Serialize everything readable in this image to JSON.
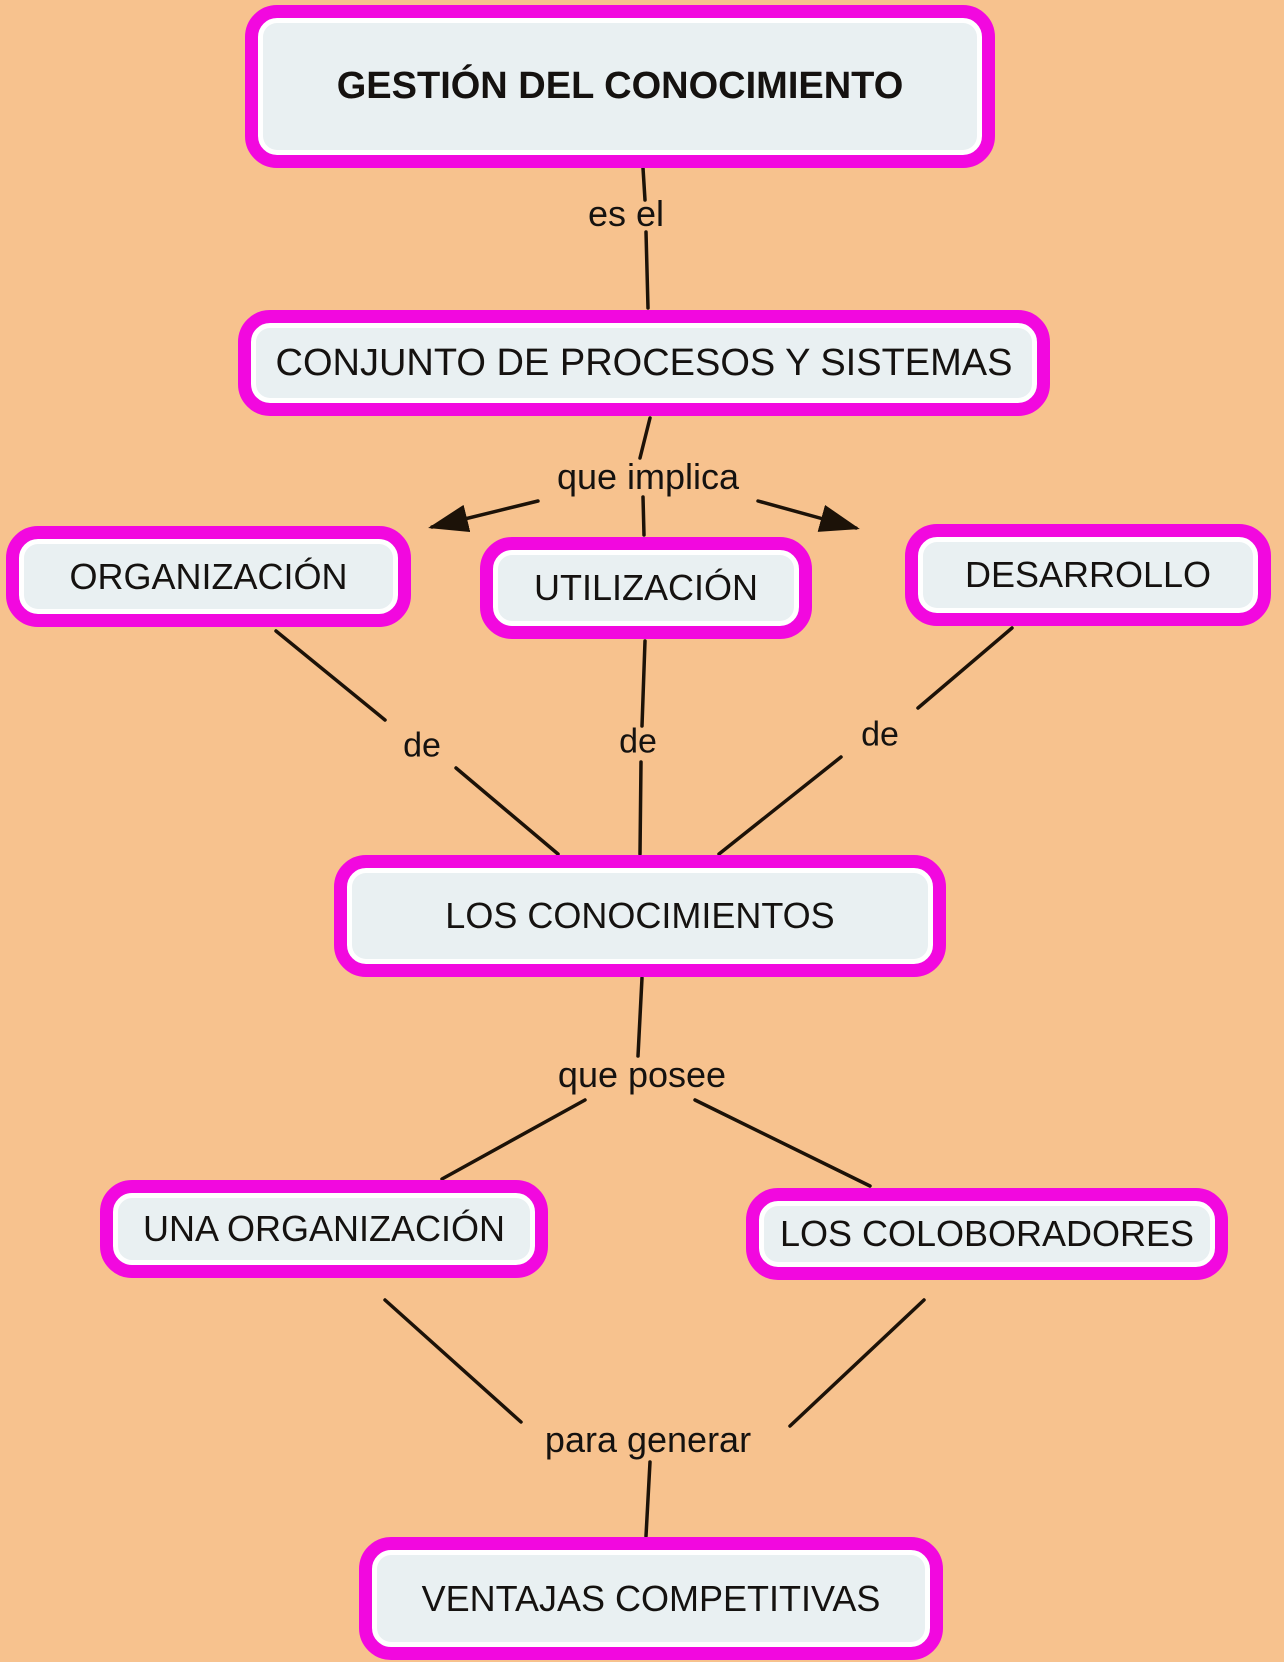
{
  "nodes": {
    "gestion": {
      "label": "GESTIÓN DEL CONOCIMIENTO"
    },
    "conjunto": {
      "label": "CONJUNTO DE PROCESOS Y SISTEMAS"
    },
    "organizacion": {
      "label": "ORGANIZACIÓN"
    },
    "utilizacion": {
      "label": "UTILIZACIÓN"
    },
    "desarrollo": {
      "label": "DESARROLLO"
    },
    "conocimientos": {
      "label": "LOS CONOCIMIENTOS"
    },
    "una_organizacion": {
      "label": "UNA ORGANIZACIÓN"
    },
    "colaboradores": {
      "label": "LOS COLOBORADORES"
    },
    "ventajas": {
      "label": "VENTAJAS COMPETITIVAS"
    }
  },
  "edge_labels": {
    "es_el": "es el",
    "que_implica": "que implica",
    "de_left": "de",
    "de_center": "de",
    "de_right": "de",
    "que_posee": "que posee",
    "para_generar": "para generar"
  },
  "colors": {
    "background": "#f7c28e",
    "node_fill": "#e9f0f2",
    "node_border": "#f208df",
    "node_inner_edge": "#ffffff",
    "line": "#1c1208",
    "text": "#151210"
  }
}
